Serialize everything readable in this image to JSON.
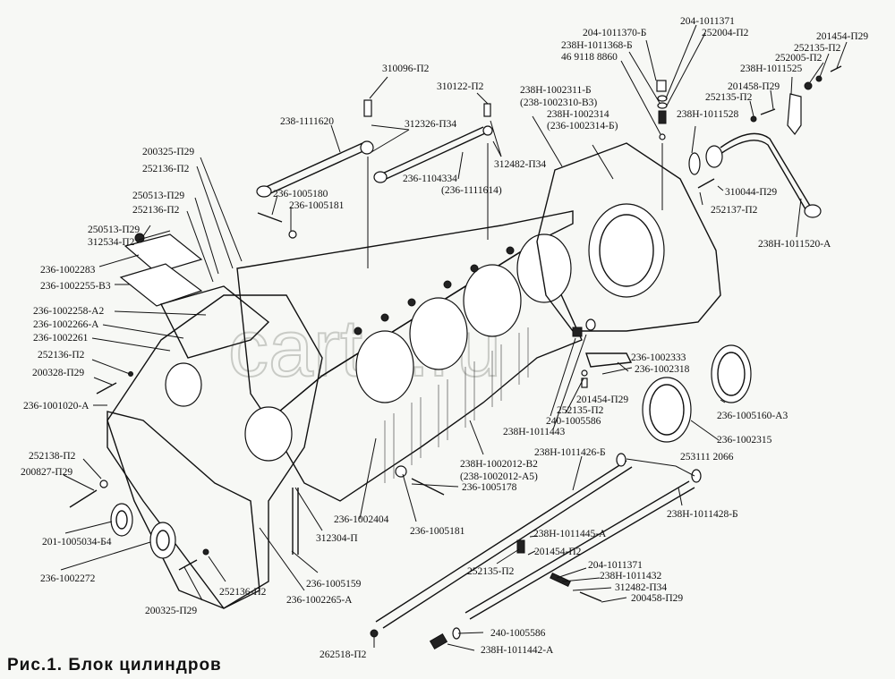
{
  "caption": "Рис.1.  Блок  цилиндров",
  "watermark": "carta.ru",
  "labels": [
    {
      "id": "l1",
      "text": "310096-П2"
    },
    {
      "id": "l2",
      "text": "310122-П2"
    },
    {
      "id": "l3",
      "text": "238-1111620"
    },
    {
      "id": "l4",
      "text": "312326-П34"
    },
    {
      "id": "l5",
      "text": "312482-П34"
    },
    {
      "id": "l6",
      "text": "236-1104334"
    },
    {
      "id": "l7",
      "text": "(236-1111614)"
    },
    {
      "id": "l8",
      "text": "236-1005180"
    },
    {
      "id": "l9",
      "text": "236-1005181"
    },
    {
      "id": "l10",
      "text": "200325-П29"
    },
    {
      "id": "l11",
      "text": "252136-П2"
    },
    {
      "id": "l12",
      "text": "250513-П29"
    },
    {
      "id": "l13",
      "text": "252136-П2"
    },
    {
      "id": "l14",
      "text": "250513-П29"
    },
    {
      "id": "l15",
      "text": "312534-П2"
    },
    {
      "id": "l16",
      "text": "236-1002283"
    },
    {
      "id": "l17",
      "text": "236-1002255-В3"
    },
    {
      "id": "l18",
      "text": "236-1002258-А2"
    },
    {
      "id": "l19",
      "text": "236-1002266-А"
    },
    {
      "id": "l20",
      "text": "236-1002261"
    },
    {
      "id": "l21",
      "text": "252136-П2"
    },
    {
      "id": "l22",
      "text": "200328-П29"
    },
    {
      "id": "l23",
      "text": "236-1001020-А"
    },
    {
      "id": "l24",
      "text": "252138-П2"
    },
    {
      "id": "l25",
      "text": "200827-П29"
    },
    {
      "id": "l26",
      "text": "201-1005034-Б4"
    },
    {
      "id": "l27",
      "text": "236-1002272"
    },
    {
      "id": "l28",
      "text": "200325-П29"
    },
    {
      "id": "l29",
      "text": "252136-П2"
    },
    {
      "id": "l30",
      "text": "236-1002265-А"
    },
    {
      "id": "l31",
      "text": "236-1005159"
    },
    {
      "id": "l32",
      "text": "312304-П"
    },
    {
      "id": "l33",
      "text": "236-1002404"
    },
    {
      "id": "l34",
      "text": "236-1005181"
    },
    {
      "id": "l35",
      "text": "236-1005178"
    },
    {
      "id": "l36",
      "text": "238Н-1002012-В2"
    },
    {
      "id": "l37",
      "text": "(238-1002012-А5)"
    },
    {
      "id": "l38",
      "text": "262518-П2"
    },
    {
      "id": "l39",
      "text": "240-1005586"
    },
    {
      "id": "l40",
      "text": "238Н-1011442-А"
    },
    {
      "id": "l41",
      "text": "252135-П2"
    },
    {
      "id": "l42",
      "text": "238Н-1011445-А"
    },
    {
      "id": "l43",
      "text": "201454-П2"
    },
    {
      "id": "l44",
      "text": "204-1011371"
    },
    {
      "id": "l45",
      "text": "238Н-1011432"
    },
    {
      "id": "l46",
      "text": "312482-П34"
    },
    {
      "id": "l47",
      "text": "200458-П29"
    },
    {
      "id": "l48",
      "text": "238Н-1011426-Б"
    },
    {
      "id": "l49",
      "text": "253111 2066"
    },
    {
      "id": "l50",
      "text": "238Н-1011428-Б"
    },
    {
      "id": "l51",
      "text": "238Н-1011443"
    },
    {
      "id": "l52",
      "text": "240-1005586"
    },
    {
      "id": "l53",
      "text": "252135-П2"
    },
    {
      "id": "l54",
      "text": "201454-П29"
    },
    {
      "id": "l55",
      "text": "236-1002333"
    },
    {
      "id": "l56",
      "text": "236-1002318"
    },
    {
      "id": "l57",
      "text": "236-1005160-А3"
    },
    {
      "id": "l58",
      "text": "236-1002315"
    },
    {
      "id": "l59",
      "text": "238Н-1002311-Б"
    },
    {
      "id": "l60",
      "text": "(238-1002310-В3)"
    },
    {
      "id": "l61",
      "text": "238Н-1002314"
    },
    {
      "id": "l62",
      "text": "(236-1002314-Б)"
    },
    {
      "id": "l63",
      "text": "204-1011370-Б"
    },
    {
      "id": "l64",
      "text": "238Н-1011368-Б"
    },
    {
      "id": "l65",
      "text": "46 9118 8860"
    },
    {
      "id": "l66",
      "text": "204-1011371"
    },
    {
      "id": "l67",
      "text": "252004-П2"
    },
    {
      "id": "l68",
      "text": "201454-П29"
    },
    {
      "id": "l69",
      "text": "252135-П2"
    },
    {
      "id": "l70",
      "text": "252005-П2"
    },
    {
      "id": "l71",
      "text": "238Н-1011525"
    },
    {
      "id": "l72",
      "text": "201458-П29"
    },
    {
      "id": "l73",
      "text": "252135-П2"
    },
    {
      "id": "l74",
      "text": "238Н-1011528"
    },
    {
      "id": "l75",
      "text": "310044-П29"
    },
    {
      "id": "l76",
      "text": "252137-П2"
    },
    {
      "id": "l77",
      "text": "238Н-1011520-А"
    }
  ]
}
